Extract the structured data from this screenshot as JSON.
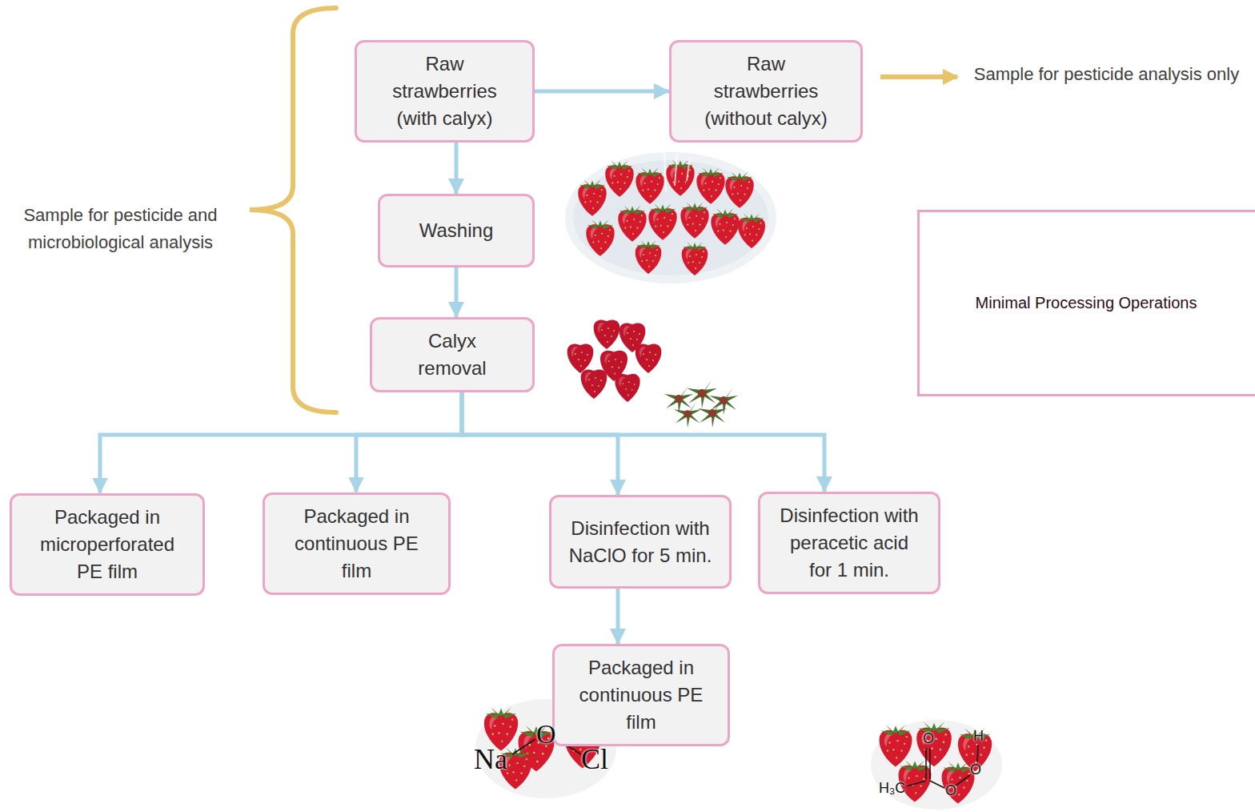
{
  "diagram": {
    "title": "Minimal Processing Operations",
    "nodes": [
      {
        "text": [
          "Raw strawberries (with calyx)"
        ]
      },
      {
        "text": [
          "Raw strawberries (without calyx)"
        ]
      },
      {
        "text": [
          "Washing"
        ]
      },
      {
        "text": [
          "Calyx removal"
        ]
      },
      {
        "text": [
          "Packaged in microperforated PE film"
        ]
      },
      {
        "text": [
          "Packaged in continuous PE film"
        ]
      },
      {
        "text": [
          "Disinfection with NaClO for 5 min."
        ]
      },
      {
        "text": [
          "Disinfection with peracetic acid for 1 min."
        ]
      },
      {
        "text": [
          "Packaged in continuous PE film"
        ]
      }
    ],
    "edges": [
      {
        "from": 0,
        "to": 1,
        "arrow": "to"
      },
      {
        "from": 0,
        "to": 2,
        "arrow": "to"
      },
      {
        "from": 2,
        "to": 3,
        "arrow": "to"
      },
      {
        "from": 3,
        "to": 4,
        "arrow": "to"
      },
      {
        "from": 3,
        "to": 5,
        "arrow": "to"
      },
      {
        "from": 3,
        "to": 6,
        "arrow": "to"
      },
      {
        "from": 3,
        "to": 7,
        "arrow": "to"
      },
      {
        "from": 6,
        "to": 8,
        "arrow": "to"
      }
    ],
    "labels": [
      "Sample for pesticide analysis only",
      "Sample for pesticide and microbiological analysis",
      "Na",
      "O",
      "Cl",
      "O",
      "H",
      "O",
      "O",
      "H₃C"
    ]
  }
}
